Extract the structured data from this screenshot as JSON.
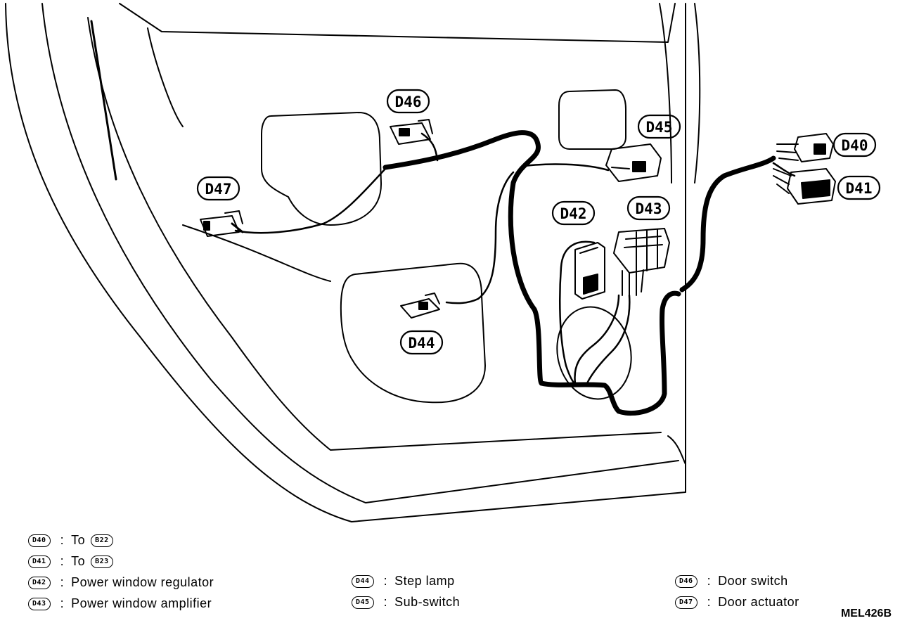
{
  "connectors": [
    {
      "id": "D40"
    },
    {
      "id": "D41"
    },
    {
      "id": "D42"
    },
    {
      "id": "D43"
    },
    {
      "id": "D44"
    },
    {
      "id": "D45"
    },
    {
      "id": "D46"
    },
    {
      "id": "D47"
    }
  ],
  "legend": {
    "separator": ":",
    "left": [
      {
        "code": "D40",
        "text": "To",
        "ref": "B22"
      },
      {
        "code": "D41",
        "text": "To",
        "ref": "B23"
      },
      {
        "code": "D42",
        "text": "Power window regulator"
      },
      {
        "code": "D43",
        "text": "Power window amplifier"
      }
    ],
    "middle": [
      {
        "code": "D44",
        "text": "Step lamp"
      },
      {
        "code": "D45",
        "text": "Sub-switch"
      }
    ],
    "right": [
      {
        "code": "D46",
        "text": "Door switch"
      },
      {
        "code": "D47",
        "text": "Door actuator"
      }
    ]
  },
  "figure_id": "MEL426B"
}
